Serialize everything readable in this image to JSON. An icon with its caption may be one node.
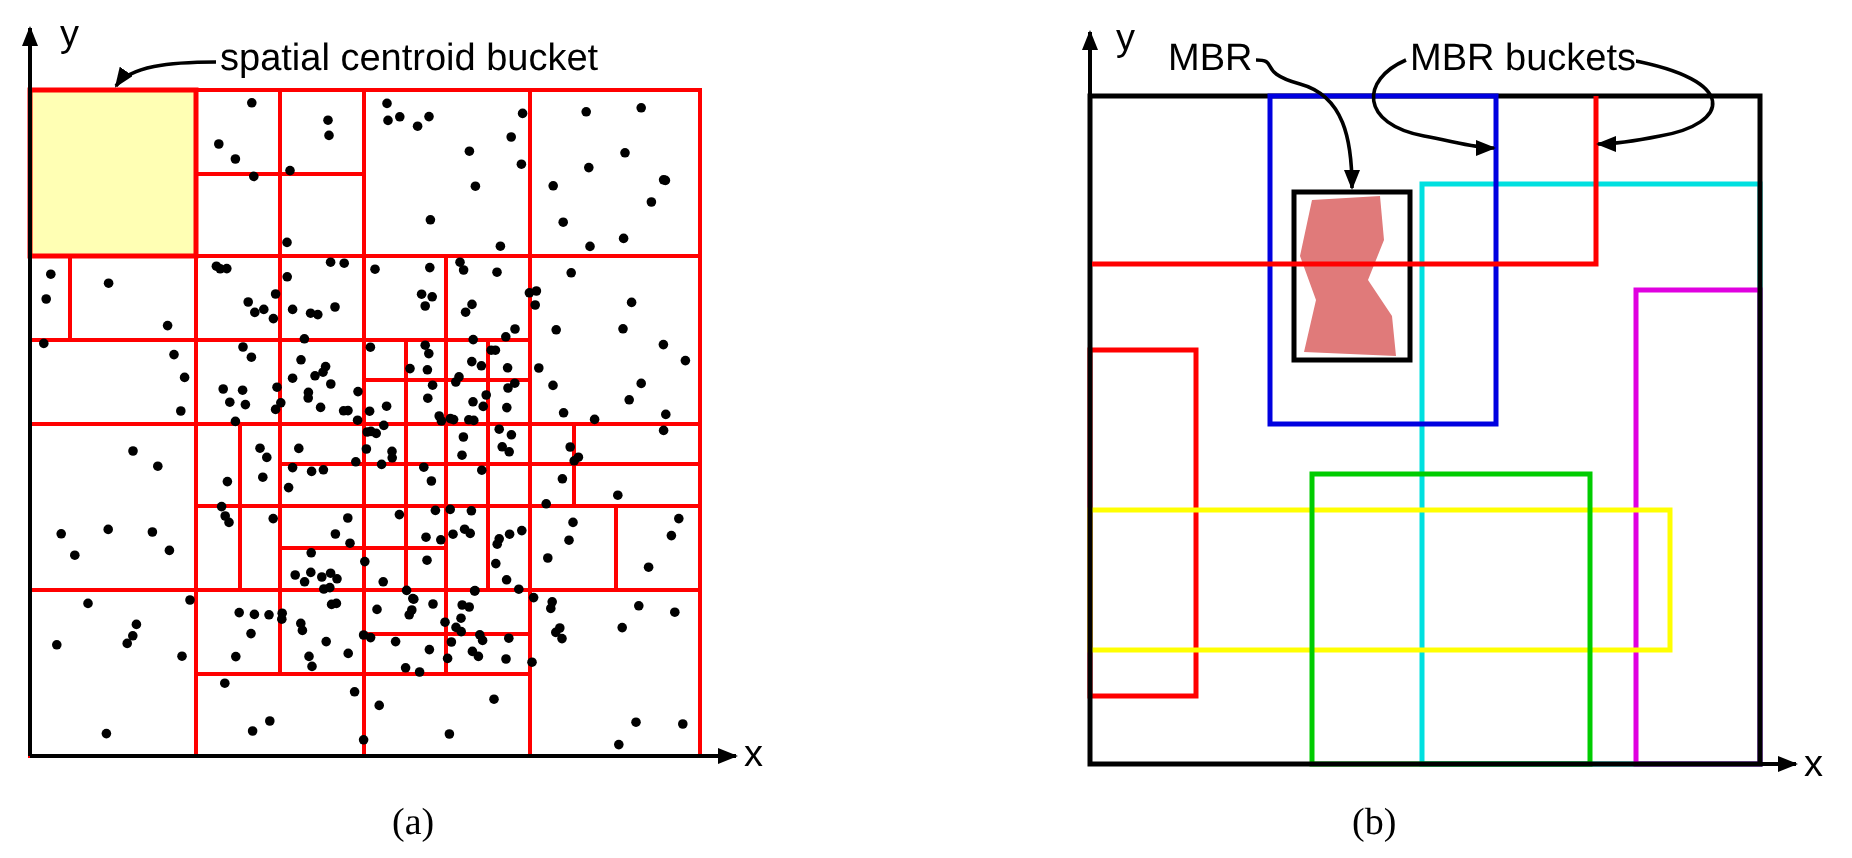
{
  "diagram": {
    "nodes": [
      {
        "text": [
          "spatial centroid bucket"
        ]
      },
      {
        "text": [],
        "shape": "box"
      },
      {
        "text": [
          "MBR"
        ]
      },
      {
        "text": [],
        "shape": "box",
        "in": 5
      },
      {
        "text": [
          "MBR buckets"
        ]
      },
      {
        "text": [],
        "shape": "box"
      },
      {
        "text": [],
        "shape": "box"
      }
    ],
    "edges": [
      {
        "from": 0,
        "to": 1,
        "arrow": "to"
      },
      {
        "from": 2,
        "to": 3,
        "arrow": "to"
      },
      {
        "from": 4,
        "to": 5,
        "arrow": "to"
      },
      {
        "from": 4,
        "to": 6,
        "arrow": "to"
      }
    ],
    "labels": [
      "y",
      "x",
      "(a)",
      "y",
      "x",
      "(b)"
    ]
  }
}
